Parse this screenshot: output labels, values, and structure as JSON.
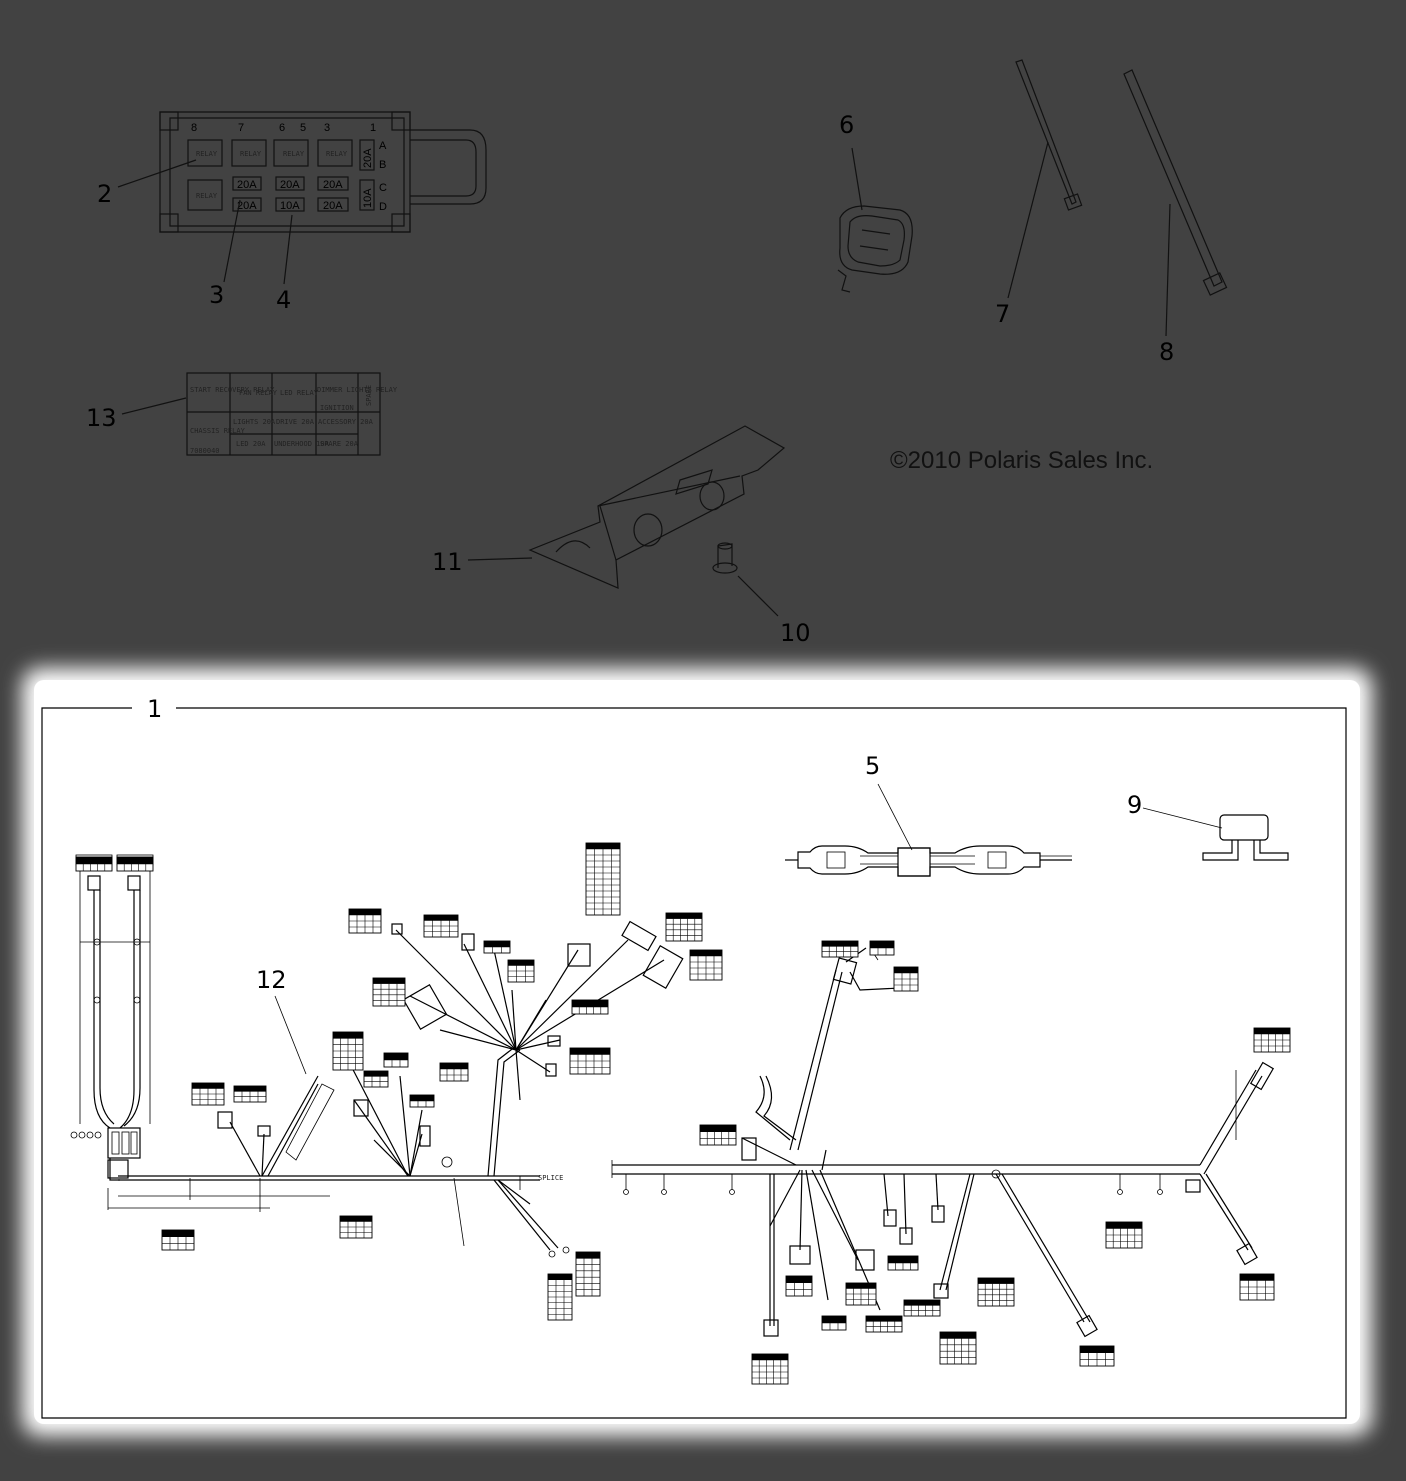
{
  "copyright": "©2010 Polaris Sales Inc.",
  "callouts": {
    "c1": "1",
    "c2": "2",
    "c3": "3",
    "c4": "4",
    "c5": "5",
    "c6": "6",
    "c7": "7",
    "c8": "8",
    "c9": "9",
    "c10": "10",
    "c11": "11",
    "c12": "12",
    "c13": "13"
  },
  "fuse_box": {
    "top_numbers": [
      "8",
      "7",
      "6",
      "5",
      "3",
      "1"
    ],
    "relay_label": "RELAY",
    "fuse_labels": [
      "20A",
      "20A",
      "20A",
      "20A",
      "10A",
      "20A"
    ],
    "side_fuses": [
      "20A",
      "10A"
    ],
    "row_letters": [
      "A",
      "B",
      "C",
      "D"
    ]
  },
  "fuse_label_card": {
    "row1": [
      "START RECOVERY RELAY",
      "FAN RELAY",
      "LED RELAY",
      "DIMMER LIGHTS RELAY",
      "SPARE"
    ],
    "row2_mid": "IGNITION",
    "row2": [
      "CHASSIS RELAY",
      "LIGHTS 20A",
      "DRIVE 20A",
      "ACCESSORY 20A"
    ],
    "row3": [
      "LED 20A",
      "UNDERHOOD 10A",
      "SPARE 20A"
    ],
    "part_number": "7080040"
  },
  "colors": {
    "background": "#424242",
    "highlight_panel": "#ffffff",
    "line": "#000000"
  }
}
